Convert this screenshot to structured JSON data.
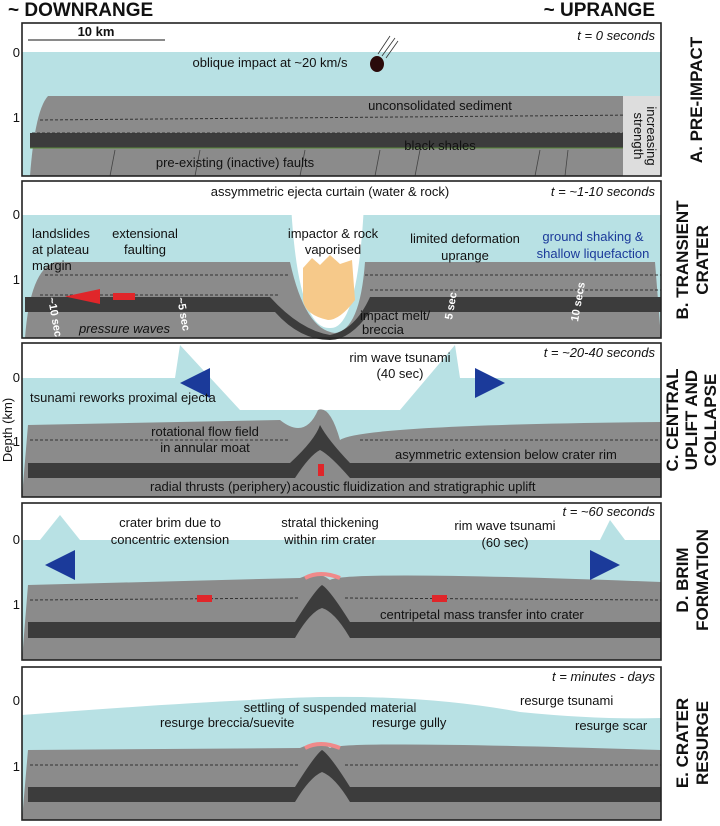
{
  "header": {
    "left": "~ DOWNRANGE",
    "right": "~ UPRANGE"
  },
  "axis": {
    "label": "Depth (km)",
    "ticks": [
      "0",
      "1"
    ]
  },
  "scale_bar": "10 km",
  "panels": {
    "a": {
      "title": [
        "A. PRE-IMPACT"
      ],
      "time": "t = 0 seconds",
      "labels": {
        "impact": "oblique impact at ~20 km/s",
        "sediment": "unconsolidated sediment",
        "shales": "black shales",
        "faults": "pre-existing (inactive) faults",
        "strength": [
          "increasing",
          "strength"
        ]
      }
    },
    "b": {
      "title": [
        "B. TRANSIENT",
        "CRATER"
      ],
      "time": "t = ~1-10 seconds",
      "labels": {
        "curtain": "assymmetric ejecta curtain (water & rock)",
        "landslides": [
          "landslides",
          "at plateau",
          "margin"
        ],
        "faulting": [
          "extensional",
          "faulting"
        ],
        "vapor": [
          "impactor & rock",
          "vaporised"
        ],
        "limited": [
          "limited deformation",
          "uprange"
        ],
        "shaking": [
          "ground shaking &",
          "shallow liquefaction"
        ],
        "pressure": "pressure waves",
        "melt": [
          "impact melt/",
          "breccia"
        ],
        "sec": [
          "~10 sec",
          "~5 sec",
          "5 sec",
          "10 secs"
        ]
      }
    },
    "c": {
      "title": [
        "C. CENTRAL",
        "UPLIFT AND",
        "COLLAPSE"
      ],
      "time": "t = ~20-40 seconds",
      "labels": {
        "rimwave": [
          "rim wave tsunami",
          "(40 sec)"
        ],
        "rework": "tsunami reworks proximal ejecta",
        "flow": [
          "rotational flow field",
          "in annular moat"
        ],
        "asym": "asymmetric extension below crater rim",
        "thrusts": "radial thrusts (periphery)",
        "acoustic": "acoustic fluidization and stratigraphic uplift"
      }
    },
    "d": {
      "title": [
        "D. BRIM",
        "FORMATION"
      ],
      "time": "t = ~60 seconds",
      "labels": {
        "brim": [
          "crater brim due to",
          "concentric extension"
        ],
        "strat": [
          "stratal thickening",
          "within rim crater"
        ],
        "rimwave": [
          "rim wave tsunami",
          "(60 sec)"
        ],
        "centripetal": "centripetal mass transfer into crater"
      }
    },
    "e": {
      "title": [
        "E. CRATER",
        "RESURGE"
      ],
      "time": "t = minutes - days",
      "labels": {
        "settling": "settling of suspended material",
        "tsunami": "resurge tsunami",
        "breccia": "resurge breccia/suevite",
        "gully": "resurge gully",
        "scar": "resurge scar"
      }
    }
  },
  "colors": {
    "water": "#b8e1e4",
    "rock": "#8b8b8b",
    "shale": "#3c3c3c",
    "arrow_red": "#e0262a",
    "arrow_blue": "#1b3a9a",
    "melt": "#f6c98a"
  }
}
